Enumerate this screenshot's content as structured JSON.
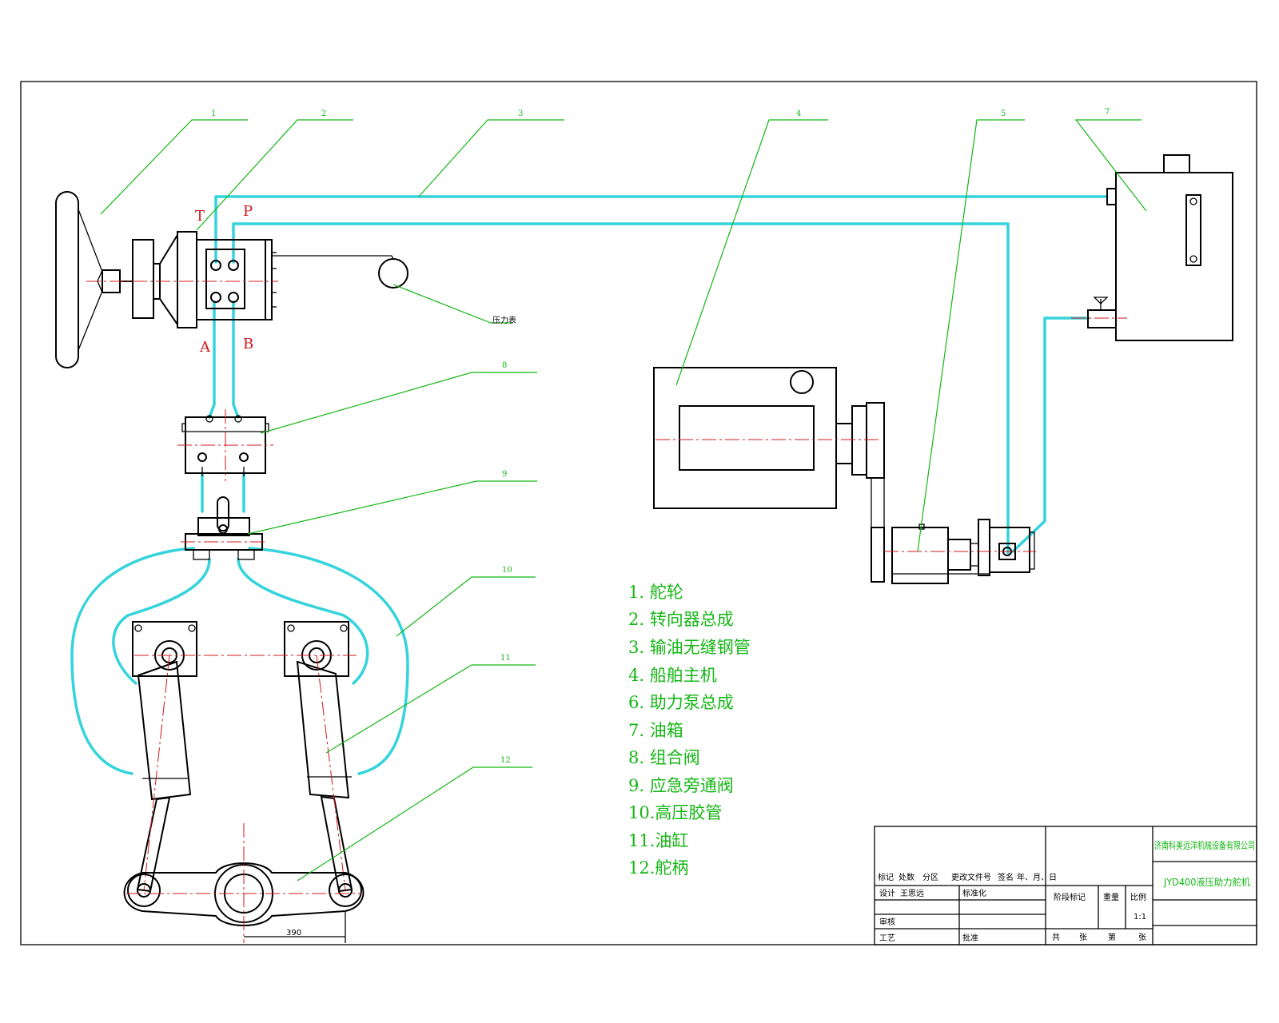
{
  "callouts": [
    "1",
    "2",
    "3",
    "4",
    "5",
    "7",
    "8",
    "9",
    "10",
    "11",
    "12"
  ],
  "ports": {
    "t": "T",
    "p": "P",
    "a": "A",
    "b": "B"
  },
  "gauge_label": "压力表",
  "dimension": "390",
  "legend": [
    "1. 舵轮",
    "2. 转向器总成",
    "3. 输油无缝钢管",
    "4. 船舶主机",
    "6. 助力泵总成",
    "7. 油箱",
    "8. 组合阀",
    "9. 应急旁通阀",
    "10.高压胶管",
    "11.油缸",
    "12.舵柄"
  ],
  "title_block": {
    "company": "济南科美远洋机械设备有限公司",
    "drawing_name": "JYD400液压助力舵机",
    "row_header": [
      "标记",
      "处数",
      "分区",
      "更改文件号",
      "签名",
      "年、月、日"
    ],
    "design": "设计",
    "design_name": "王思远",
    "standardize": "标准化",
    "review": "审核",
    "process": "工艺",
    "approve": "批准",
    "stage_mark": "阶段标记",
    "weight": "重量",
    "scale": "比例",
    "scale_value": "1:1",
    "sheets": [
      "共",
      "张",
      "第",
      "张"
    ]
  },
  "colors": {
    "pipe": "#35d3dc",
    "leader": "#14b614",
    "center": "#d0181c",
    "line": "#000000"
  }
}
